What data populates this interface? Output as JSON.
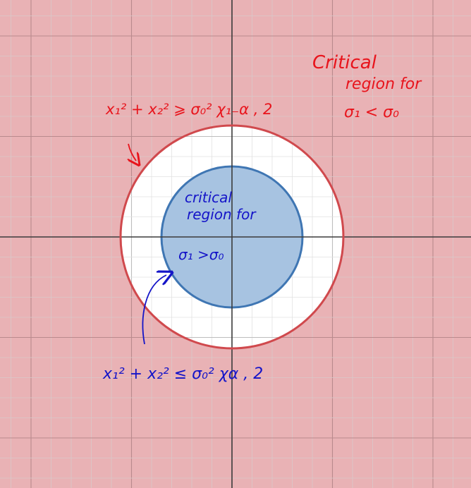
{
  "colors": {
    "outer_region_fill": "#e9b2b5",
    "outer_circle_stroke": "#d0494d",
    "inner_region_fill": "#a7c3e1",
    "inner_circle_stroke": "#3f76b3",
    "ring_fill": "#ffffff",
    "grid_major": "#b98a8d",
    "grid_minor": "#d9c9ca",
    "axis": "#3b3b3b",
    "red_ink": "#e8141c",
    "blue_ink": "#1414c8"
  },
  "labels": {
    "top_right": {
      "line1": "Critical",
      "line2": "region for",
      "line3": "σ₁ < σ₀"
    },
    "outer_boundary": "x₁² + x₂²  ⩾ σ₀² χ₁₋α , 2",
    "inner_region": {
      "line1": "critical",
      "line2": "region for",
      "line3": "σ₁ >σ₀"
    },
    "inner_boundary": "x₁² + x₂² ≤  σ₀² χα , 2"
  }
}
